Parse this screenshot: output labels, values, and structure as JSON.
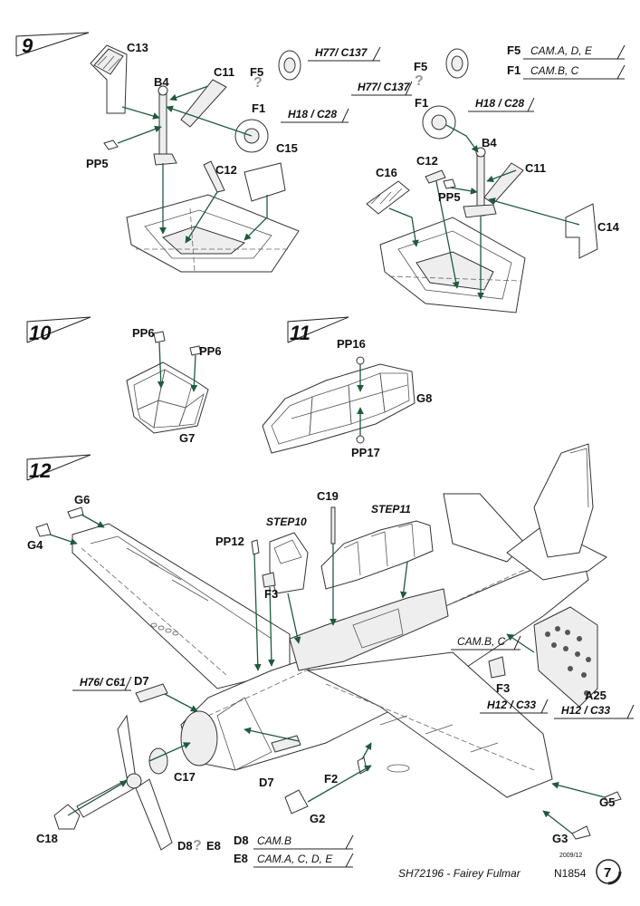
{
  "steps": {
    "s9": "9",
    "s10": "10",
    "s11": "11",
    "s12": "12"
  },
  "step9": {
    "left": {
      "c13": "C13",
      "b4": "B4",
      "c11": "C11",
      "f5": "F5",
      "f1": "F1",
      "code_h77": "H77/ C137",
      "code_h18": "H18 / C28",
      "pp5": "PP5",
      "c12": "C12",
      "c15": "C15"
    },
    "right": {
      "f5_cam": "F5",
      "f5_cam_text": "CAM.A, D, E",
      "f1_cam": "F1",
      "f1_cam_text": "CAM.B, C",
      "f5": "F5",
      "f1": "F1",
      "code_h77": "H77/ C137",
      "code_h18": "H18 / C28",
      "b4": "B4",
      "c12": "C12",
      "c11": "C11",
      "c16": "C16",
      "pp5": "PP5",
      "c14": "C14"
    }
  },
  "step10": {
    "pp6a": "PP6",
    "pp6b": "PP6",
    "g7": "G7"
  },
  "step11": {
    "pp16": "PP16",
    "g8": "G8",
    "pp17": "PP17"
  },
  "step12": {
    "g6": "G6",
    "g4": "G4",
    "pp12": "PP12",
    "step10": "STEP10",
    "c19": "C19",
    "step11": "STEP11",
    "f3": "F3",
    "cam_bc": "CAM.B, C",
    "code_h76": "H76/ C61",
    "d7a": "D7",
    "f3b": "F3",
    "code_h12a": "H12 / C33",
    "a25": "A25",
    "code_h12b": "H12 / C33",
    "c17": "C17",
    "d7b": "D7",
    "f2": "F2",
    "g5": "G5",
    "g2": "G2",
    "c18": "C18",
    "d8": "D8",
    "e8": "E8",
    "g3": "G3",
    "d8_cam": "D8",
    "d8_cam_text": "CAM.B",
    "e8_cam": "E8",
    "e8_cam_text": "CAM.A, C, D, E"
  },
  "footer": {
    "date": "2009/12",
    "title": "SH72196 - Fairey Fulmar",
    "serial": "N1854",
    "page": "7"
  },
  "colors": {
    "arrow": "#1f5a3e",
    "ink": "#111111",
    "part": "#eeeeee"
  }
}
